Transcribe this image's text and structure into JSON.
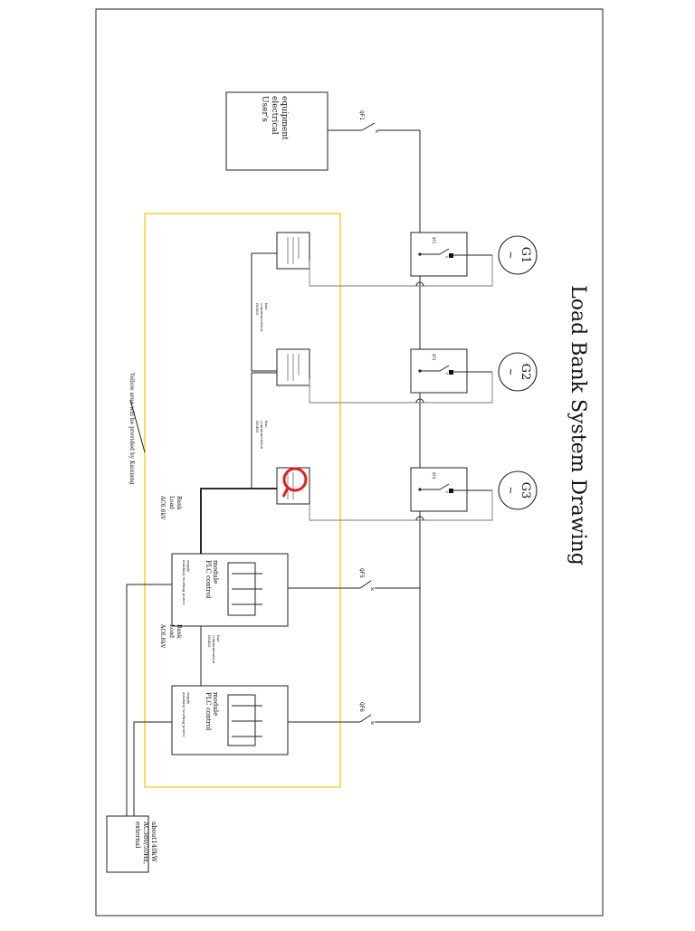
{
  "title": "Load Bank System Drawing",
  "users_equipment": [
    "User's",
    "electrical",
    "equipment"
  ],
  "breakers": {
    "qf1": "QF1",
    "qf2": "QF2",
    "qf3": "QF3",
    "qf4": "QF4",
    "qf5": "QF5",
    "qf6": "QF6"
  },
  "generators": {
    "g1": "G1",
    "g2": "G2",
    "g3": "G3",
    "tilde": "~"
  },
  "panel_label": "Yellow area will be provided by Kaixiang",
  "plc": {
    "title": [
      "PLC control",
      "module"
    ],
    "sub": [
      "auxiliary working power",
      "supply"
    ],
    "comm": [
      "RS485",
      "communication",
      "line"
    ]
  },
  "load_bank": {
    "voltage": "AC6.6kV",
    "name": [
      "Load",
      "Bank"
    ]
  },
  "external": [
    "external",
    "AC380/50Hz,",
    "about140kW"
  ],
  "colors": {
    "panel": "#f5c400",
    "marker": "#e02020"
  }
}
